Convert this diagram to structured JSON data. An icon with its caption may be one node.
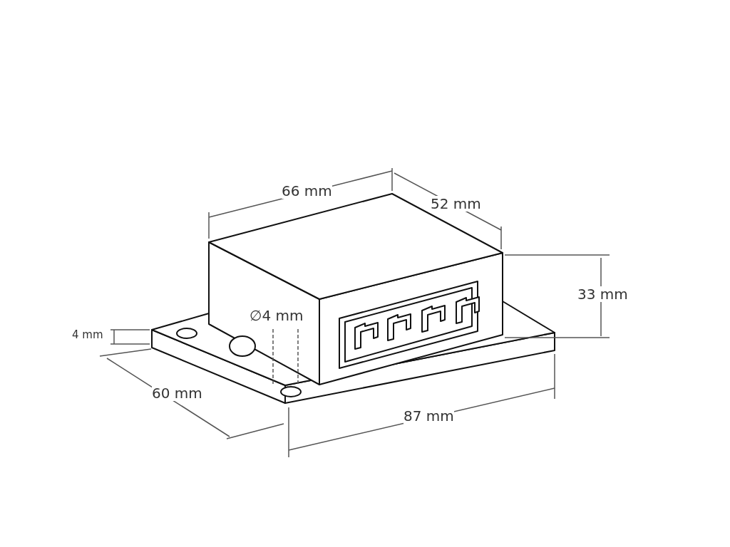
{
  "diagram": {
    "labels": [
      "66 mm",
      "52 mm",
      "33 mm",
      "∅4 mm",
      "4 mm",
      "60 mm",
      "87 mm"
    ]
  }
}
